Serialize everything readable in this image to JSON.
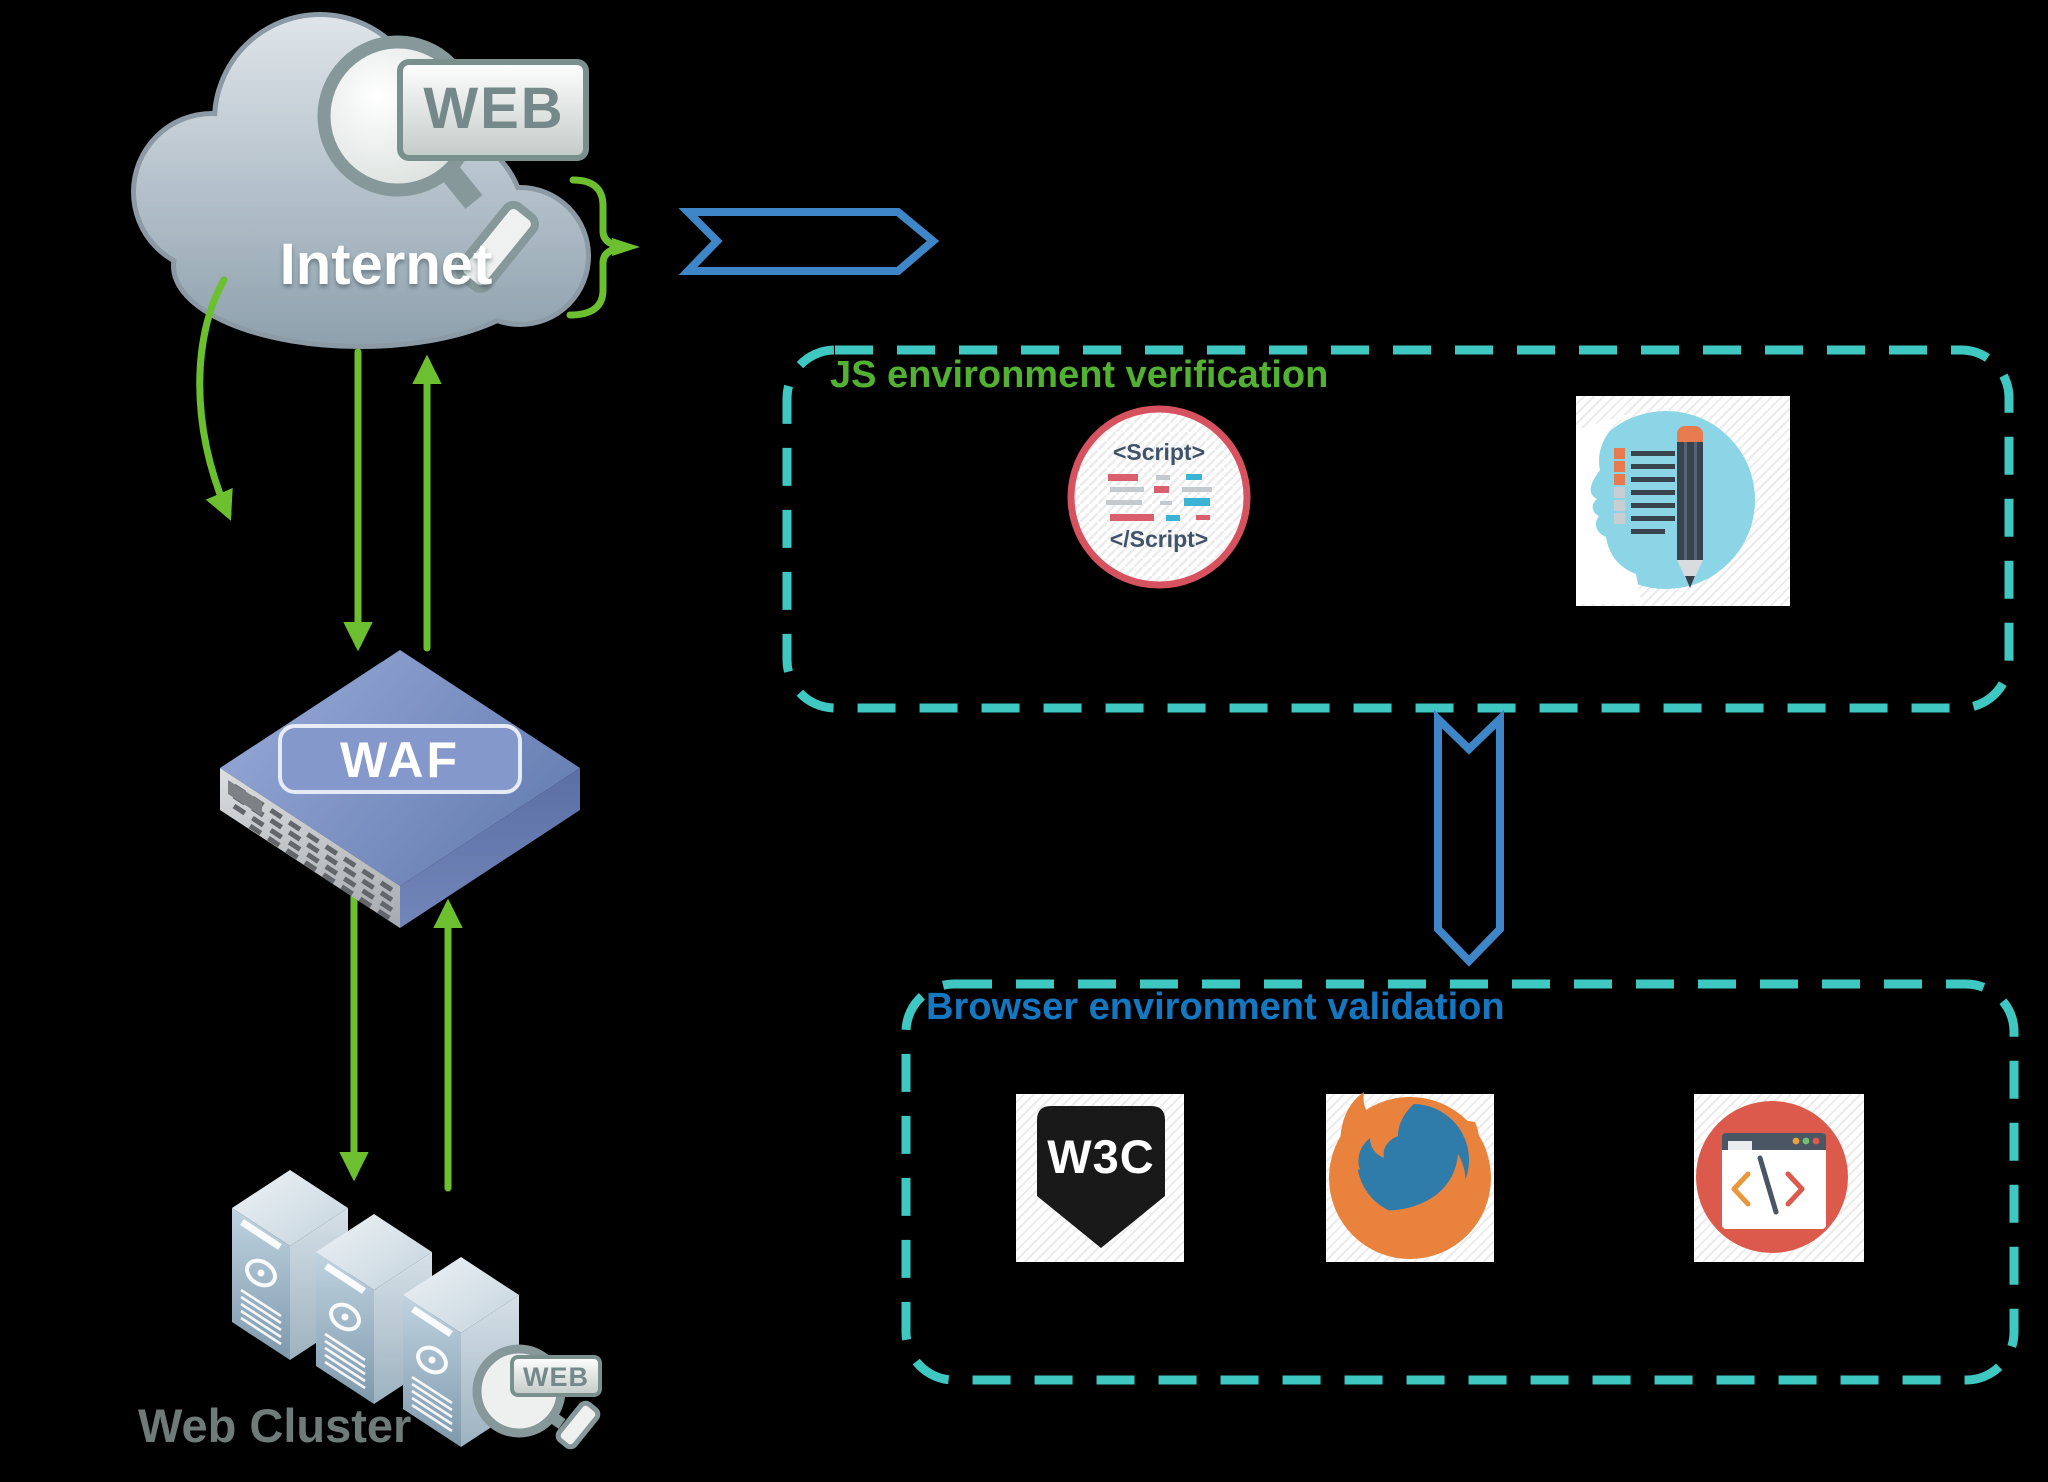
{
  "internet": {
    "label": "Internet",
    "web_badge": "WEB"
  },
  "waf": {
    "label": "WAF"
  },
  "web_cluster": {
    "label": "Web Cluster",
    "web_badge": "WEB"
  },
  "js_box": {
    "title": "JS environment verification",
    "script_icon": {
      "open_tag": "<Script>",
      "close_tag": "</Script>"
    }
  },
  "browser_box": {
    "title": "Browser environment validation",
    "w3c_label": "W3C"
  },
  "icons": {
    "cloud": "internet-cloud",
    "magnifier": "web-magnifier-icon",
    "script": "script-code-circle-icon",
    "head": "head-checklist-pencil-icon",
    "w3c": "w3c-badge-icon",
    "firefox": "firefox-browser-icon",
    "code_window": "code-browser-window-icon",
    "waf": "waf-appliance-icon",
    "servers": "server-tower-icon"
  },
  "colors": {
    "background": "#000000",
    "green_arrow": "#6cbf2f",
    "teal_dashed_border": "#3fc7c2",
    "blue_arrow": "#3e86c7",
    "js_title_green": "#52b032",
    "browser_title_blue": "#1577c0",
    "script_icon_red": "#d7525f",
    "code_circle_red": "#dc5a4b",
    "firefox_orange": "#e8823c",
    "firefox_blue": "#2f7cab",
    "head_icon_blue": "#8bd5e7",
    "w3c_black": "#191919"
  }
}
